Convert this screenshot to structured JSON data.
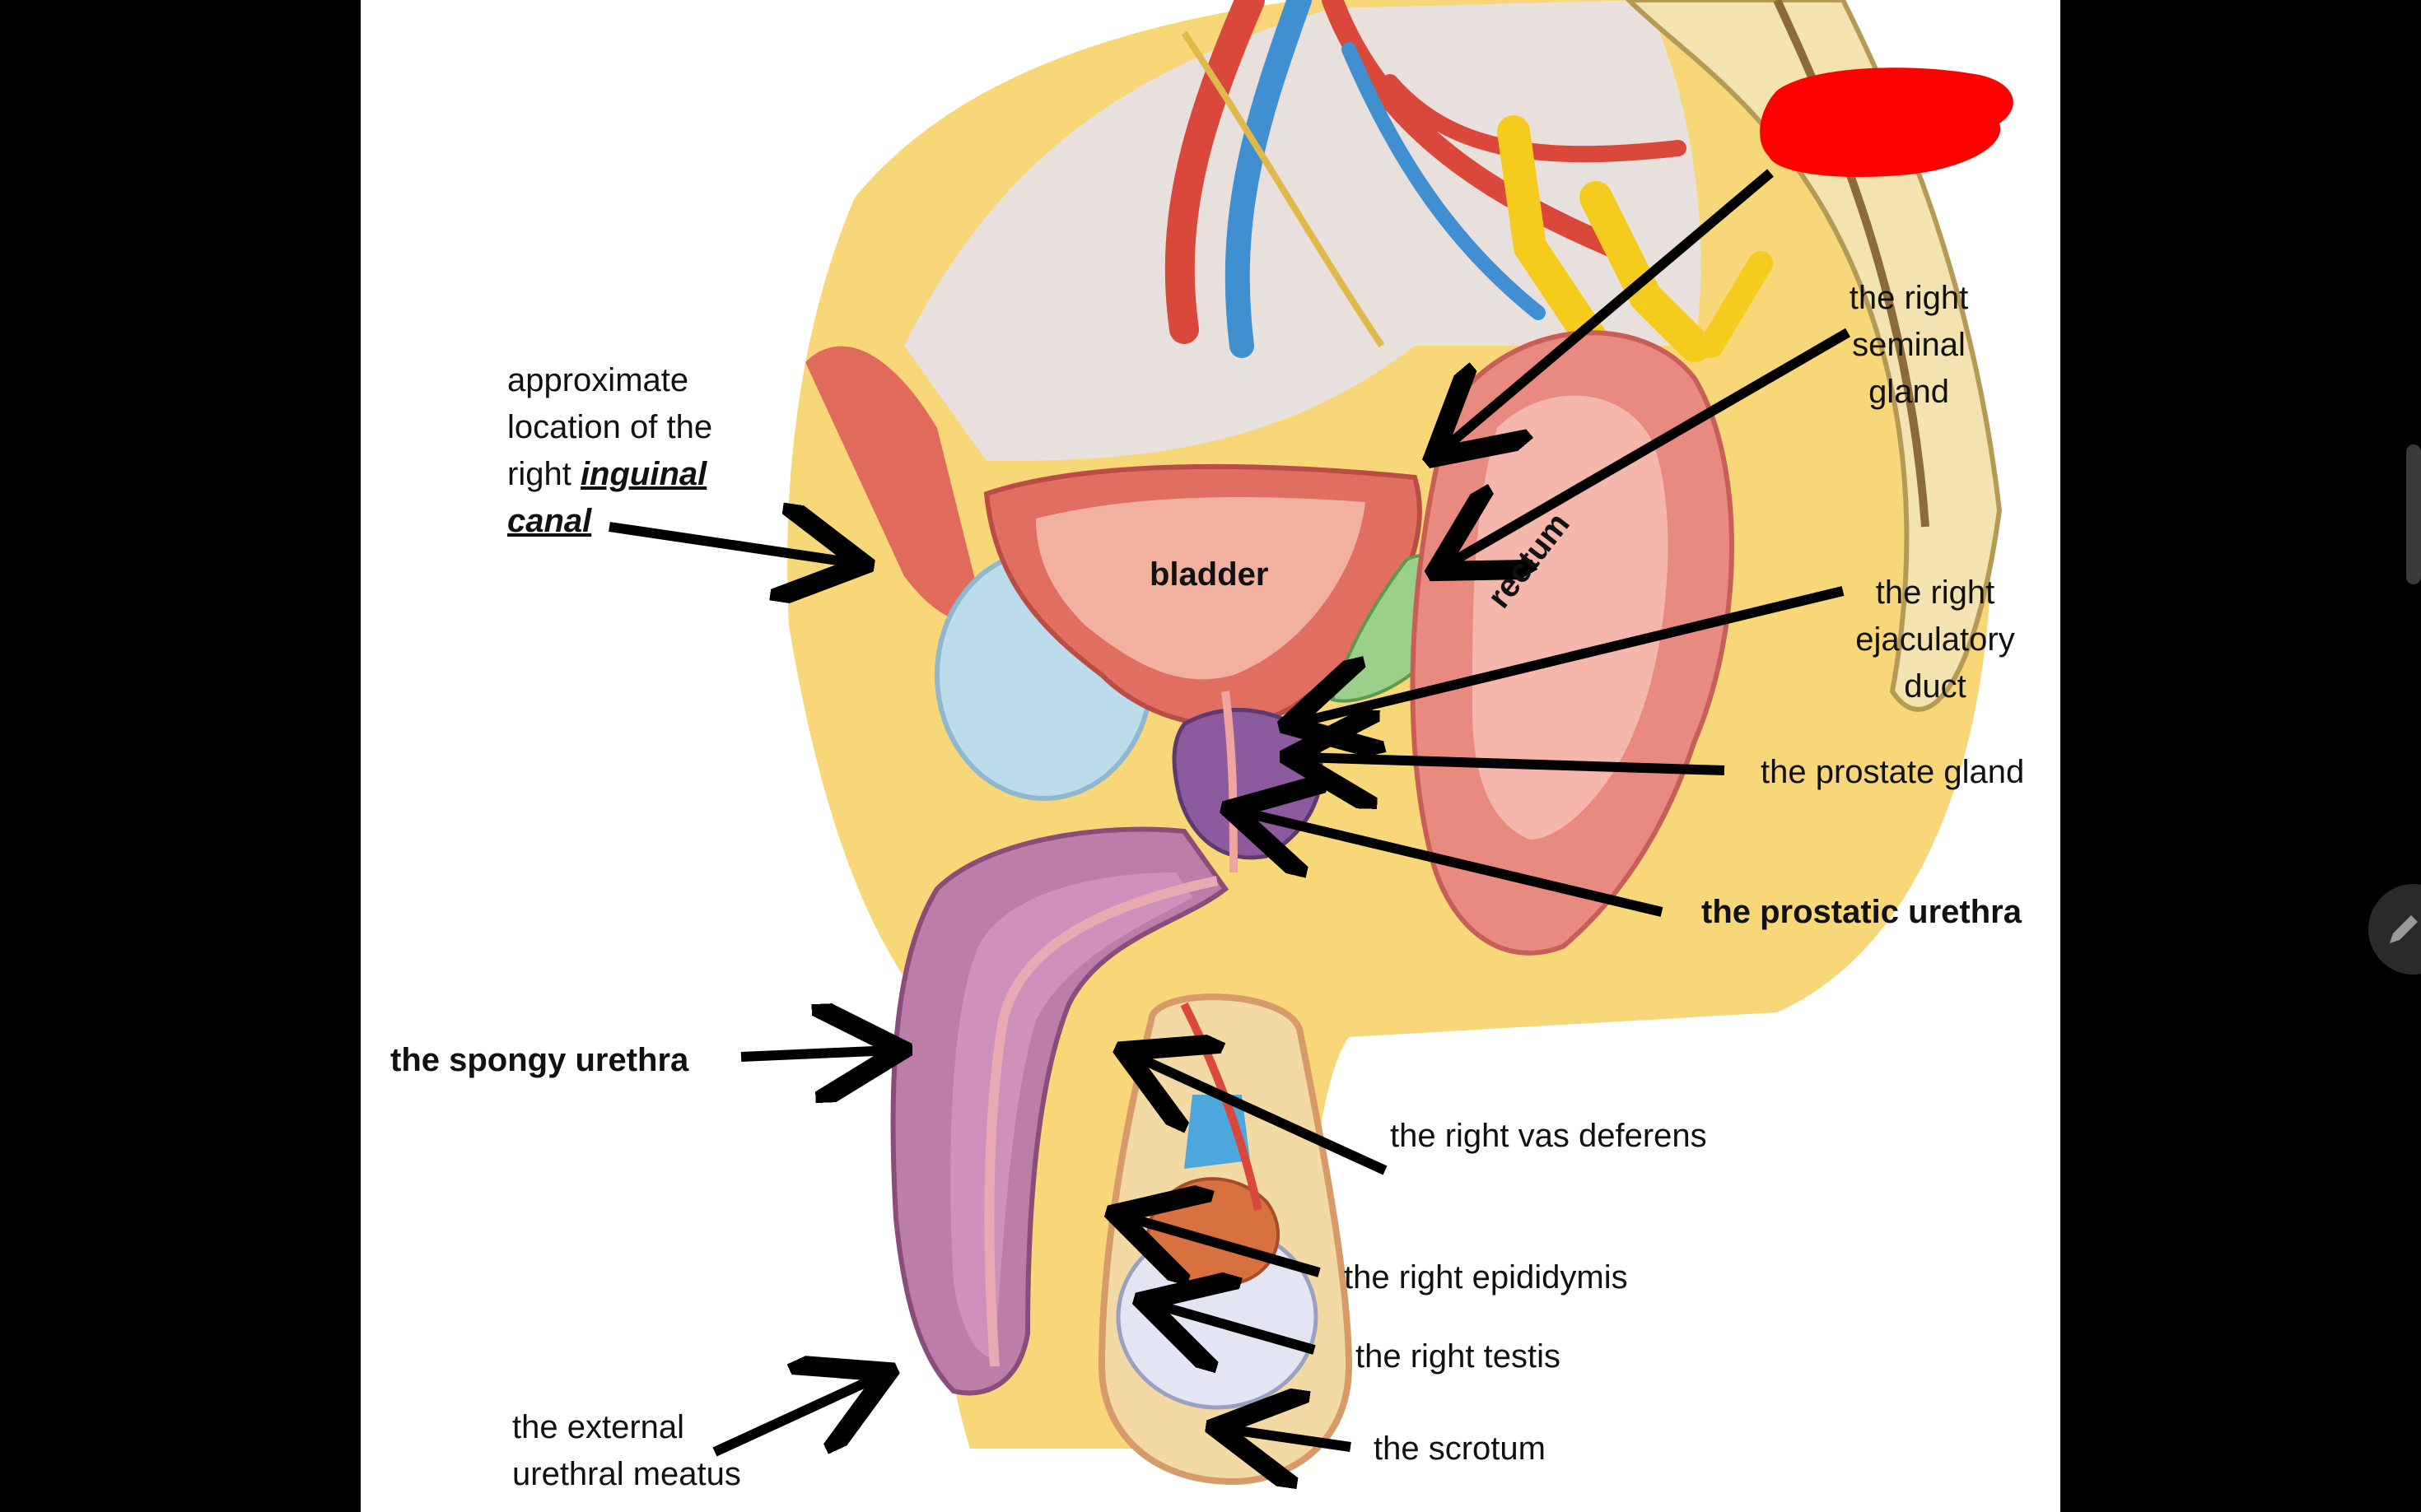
{
  "organs": {
    "bladder": "bladder",
    "rectum": "rectum"
  },
  "labels": {
    "inguinal_line1": "approximate",
    "inguinal_line2": "location of the",
    "inguinal_line3_prefix": "right ",
    "inguinal_line3_em": "inguinal",
    "inguinal_line4_em": "canal",
    "seminal_line1": "the right",
    "seminal_line2": "seminal",
    "seminal_line3": "gland",
    "ejac_line1": "the right",
    "ejac_line2": "ejaculatory",
    "ejac_line3": "duct",
    "prostate_gland": "the prostate gland",
    "prostatic_urethra": "the prostatic urethra",
    "spongy_urethra": "the spongy urethra",
    "vas_deferens": "the right vas deferens",
    "epididymis": "the right epididymis",
    "testis": "the right testis",
    "scrotum": "the scrotum",
    "meatus_line1": "the external",
    "meatus_line2": "urethral meatus"
  },
  "redaction_color": "#ff0000",
  "icons": {
    "pen": "pen-icon"
  }
}
